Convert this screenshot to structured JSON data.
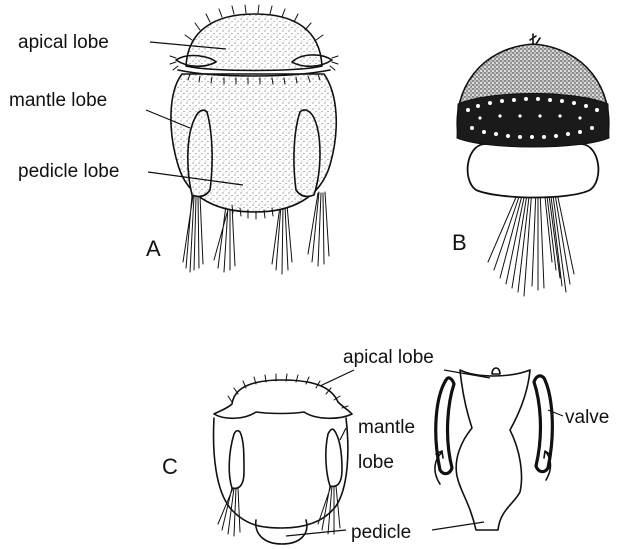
{
  "labels": {
    "apical_lobe_a": "apical lobe",
    "mantle_lobe_a": "mantle lobe",
    "pedicle_lobe_a": "pedicle lobe",
    "apical_lobe_c": "apical lobe",
    "mantle_c": "mantle",
    "lobe_c": "lobe",
    "valve_c": "valve",
    "pedicle_c": "pedicle"
  },
  "panels": {
    "a": "A",
    "b": "B",
    "c": "C"
  }
}
